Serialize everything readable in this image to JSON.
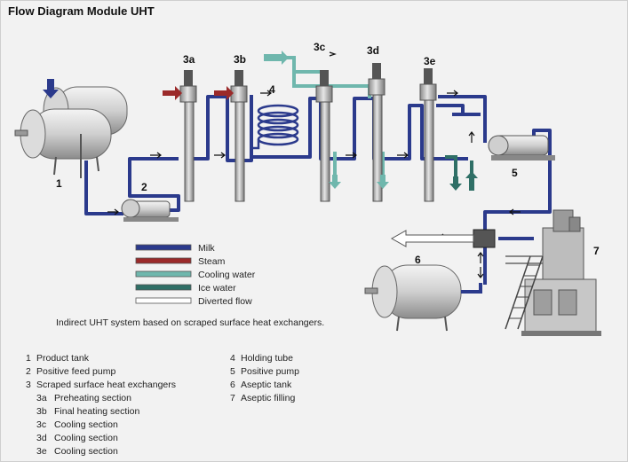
{
  "title": "Flow Diagram Module UHT",
  "labels": {
    "n1": "1",
    "n2": "2",
    "n3a": "3a",
    "n3b": "3b",
    "n3c": "3c",
    "n3d": "3d",
    "n3e": "3e",
    "n4": "4",
    "n5": "5",
    "n6": "6",
    "n7": "7"
  },
  "legend": [
    {
      "label": "Milk",
      "color": "#2b3a8c"
    },
    {
      "label": "Steam",
      "color": "#9b2a2a"
    },
    {
      "label": "Cooling water",
      "color": "#6fb7ad"
    },
    {
      "label": "Ice water",
      "color": "#2f6f66"
    },
    {
      "label": "Diverted flow",
      "color": "#ffffff"
    }
  ],
  "caption": "Indirect UHT system based on scraped surface heat exchangers.",
  "key_left": [
    {
      "num": "1",
      "text": "Product tank"
    },
    {
      "num": "2",
      "text": "Positive feed pump"
    },
    {
      "num": "3",
      "text": "Scraped surface heat exchangers"
    }
  ],
  "key_sub": [
    {
      "num": "3a",
      "text": "Preheating section"
    },
    {
      "num": "3b",
      "text": "Final heating section"
    },
    {
      "num": "3c",
      "text": "Cooling section"
    },
    {
      "num": "3d",
      "text": "Cooling section"
    },
    {
      "num": "3e",
      "text": "Cooling section"
    }
  ],
  "key_right": [
    {
      "num": "4",
      "text": "Holding tube"
    },
    {
      "num": "5",
      "text": "Positive pump"
    },
    {
      "num": "6",
      "text": "Aseptic tank"
    },
    {
      "num": "7",
      "text": "Aseptic filling"
    }
  ]
}
